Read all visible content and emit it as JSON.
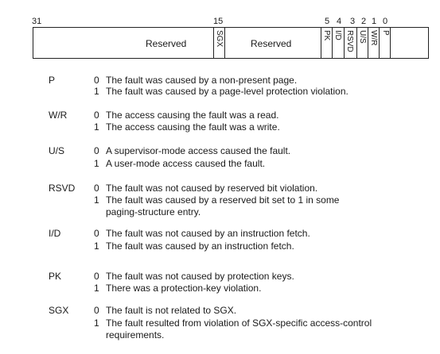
{
  "bit_numbers": {
    "b31": "31",
    "b15": "15",
    "b5": "5",
    "b4": "4",
    "b3": "3",
    "b2": "2",
    "b1": "1",
    "b0": "0"
  },
  "register": {
    "reserved_left": "Reserved",
    "sgx": "SGX",
    "reserved_right": "Reserved",
    "pk": "PK",
    "id": "I/D",
    "rsvd": "RSVD",
    "us": "U/S",
    "wr": "W/R",
    "p": "P"
  },
  "fields": [
    {
      "name": "P",
      "lines": [
        {
          "num": "0",
          "text": "The fault was caused by a non-present page."
        },
        {
          "num": "1",
          "text": "The fault was caused by a page-level protection violation."
        }
      ]
    },
    {
      "name": "W/R",
      "lines": [
        {
          "num": "0",
          "text": "The access causing the fault was a read."
        },
        {
          "num": "1",
          "text": "The access causing the fault was a write."
        }
      ]
    },
    {
      "name": "U/S",
      "lines": [
        {
          "num": "0",
          "text": "A supervisor-mode access caused the fault."
        },
        {
          "num": "1",
          "text": "A user-mode access caused the fault."
        }
      ]
    },
    {
      "name": "RSVD",
      "lines": [
        {
          "num": "0",
          "text": "The fault was not caused by reserved bit violation."
        },
        {
          "num": "1",
          "text": "The fault was caused by a reserved bit set to 1 in some"
        },
        {
          "num": "",
          "text": "paging-structure entry."
        }
      ]
    },
    {
      "name": "I/D",
      "lines": [
        {
          "num": "0",
          "text": "The fault was not caused by an instruction fetch."
        },
        {
          "num": "1",
          "text": "The fault was caused by an instruction fetch."
        }
      ]
    },
    {
      "name": "PK",
      "lines": [
        {
          "num": "0",
          "text": "The fault was not caused by protection keys."
        },
        {
          "num": "1",
          "text": "There was a protection-key violation."
        }
      ]
    },
    {
      "name": "SGX",
      "lines": [
        {
          "num": "0",
          "text": "The fault is not related to SGX."
        },
        {
          "num": "1",
          "text": "The fault resulted from violation of SGX-specific access-control"
        },
        {
          "num": "",
          "text": "requirements."
        }
      ]
    }
  ]
}
